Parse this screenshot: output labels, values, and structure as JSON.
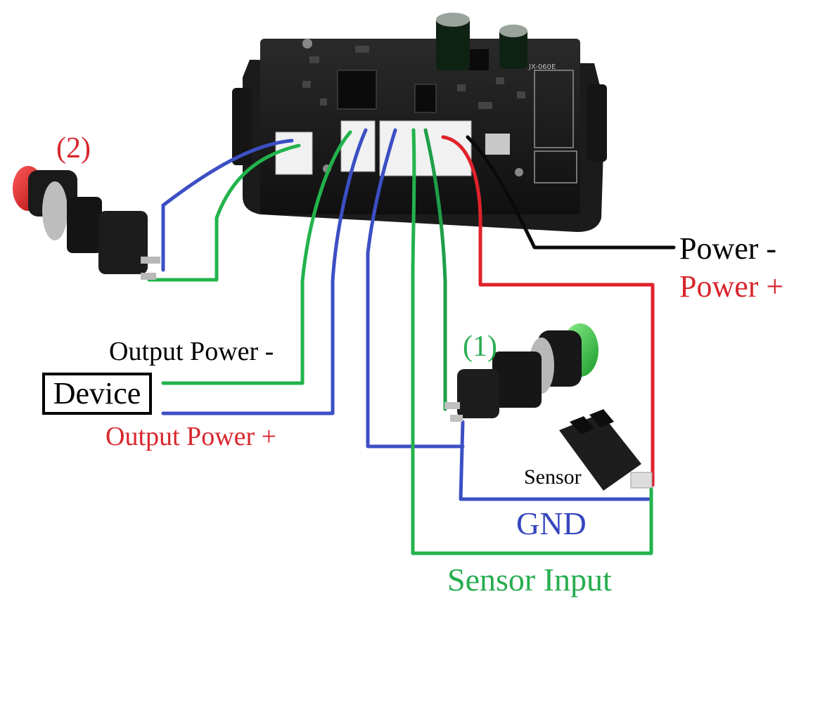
{
  "board": {
    "silkscreen": "JX-060E"
  },
  "labels": {
    "power_neg": "Power -",
    "power_pos": "Power +",
    "output_power_neg": "Output Power -",
    "output_power_pos": "Output Power +",
    "device": "Device",
    "sensor": "Sensor",
    "gnd": "GND",
    "sensor_input": "Sensor Input",
    "button_2": "(2)",
    "button_1": "(1)"
  },
  "colors": {
    "black_wire": "#0a0a0a",
    "red_wire": "#e0222b",
    "blue_wire": "#3c4fc4",
    "green_wire": "#22b34c",
    "label_black": "#000000",
    "label_red": "#d8262d",
    "label_blue": "#3646bf",
    "label_green": "#27ad4f"
  }
}
